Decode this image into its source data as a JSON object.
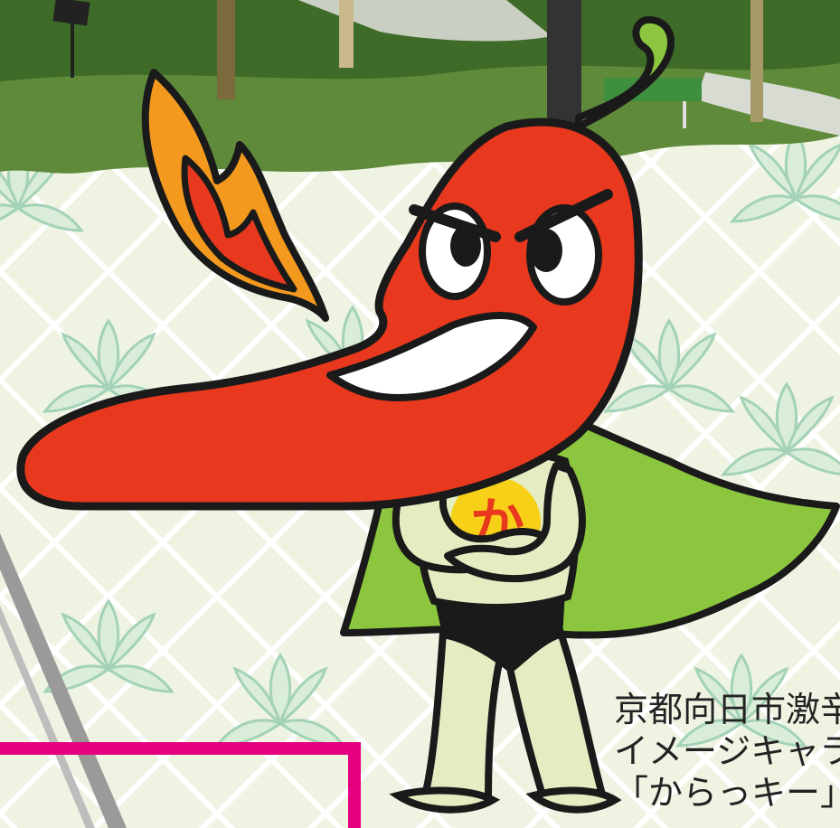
{
  "caption": {
    "line1": "京都向日市激辛",
    "line2": "イメージキャラ",
    "line3": "「からっキー」"
  },
  "colors": {
    "pepper_red": "#e8391e",
    "cape_green": "#8cc63f",
    "body_pale_green": "#e4edc2",
    "flame_orange": "#f39a1e",
    "emblem_yellow": "#f7d118",
    "frame_magenta": "#e4007f",
    "outline": "#1a1a1a",
    "bamboo_leaf": "#c9e3cf"
  }
}
